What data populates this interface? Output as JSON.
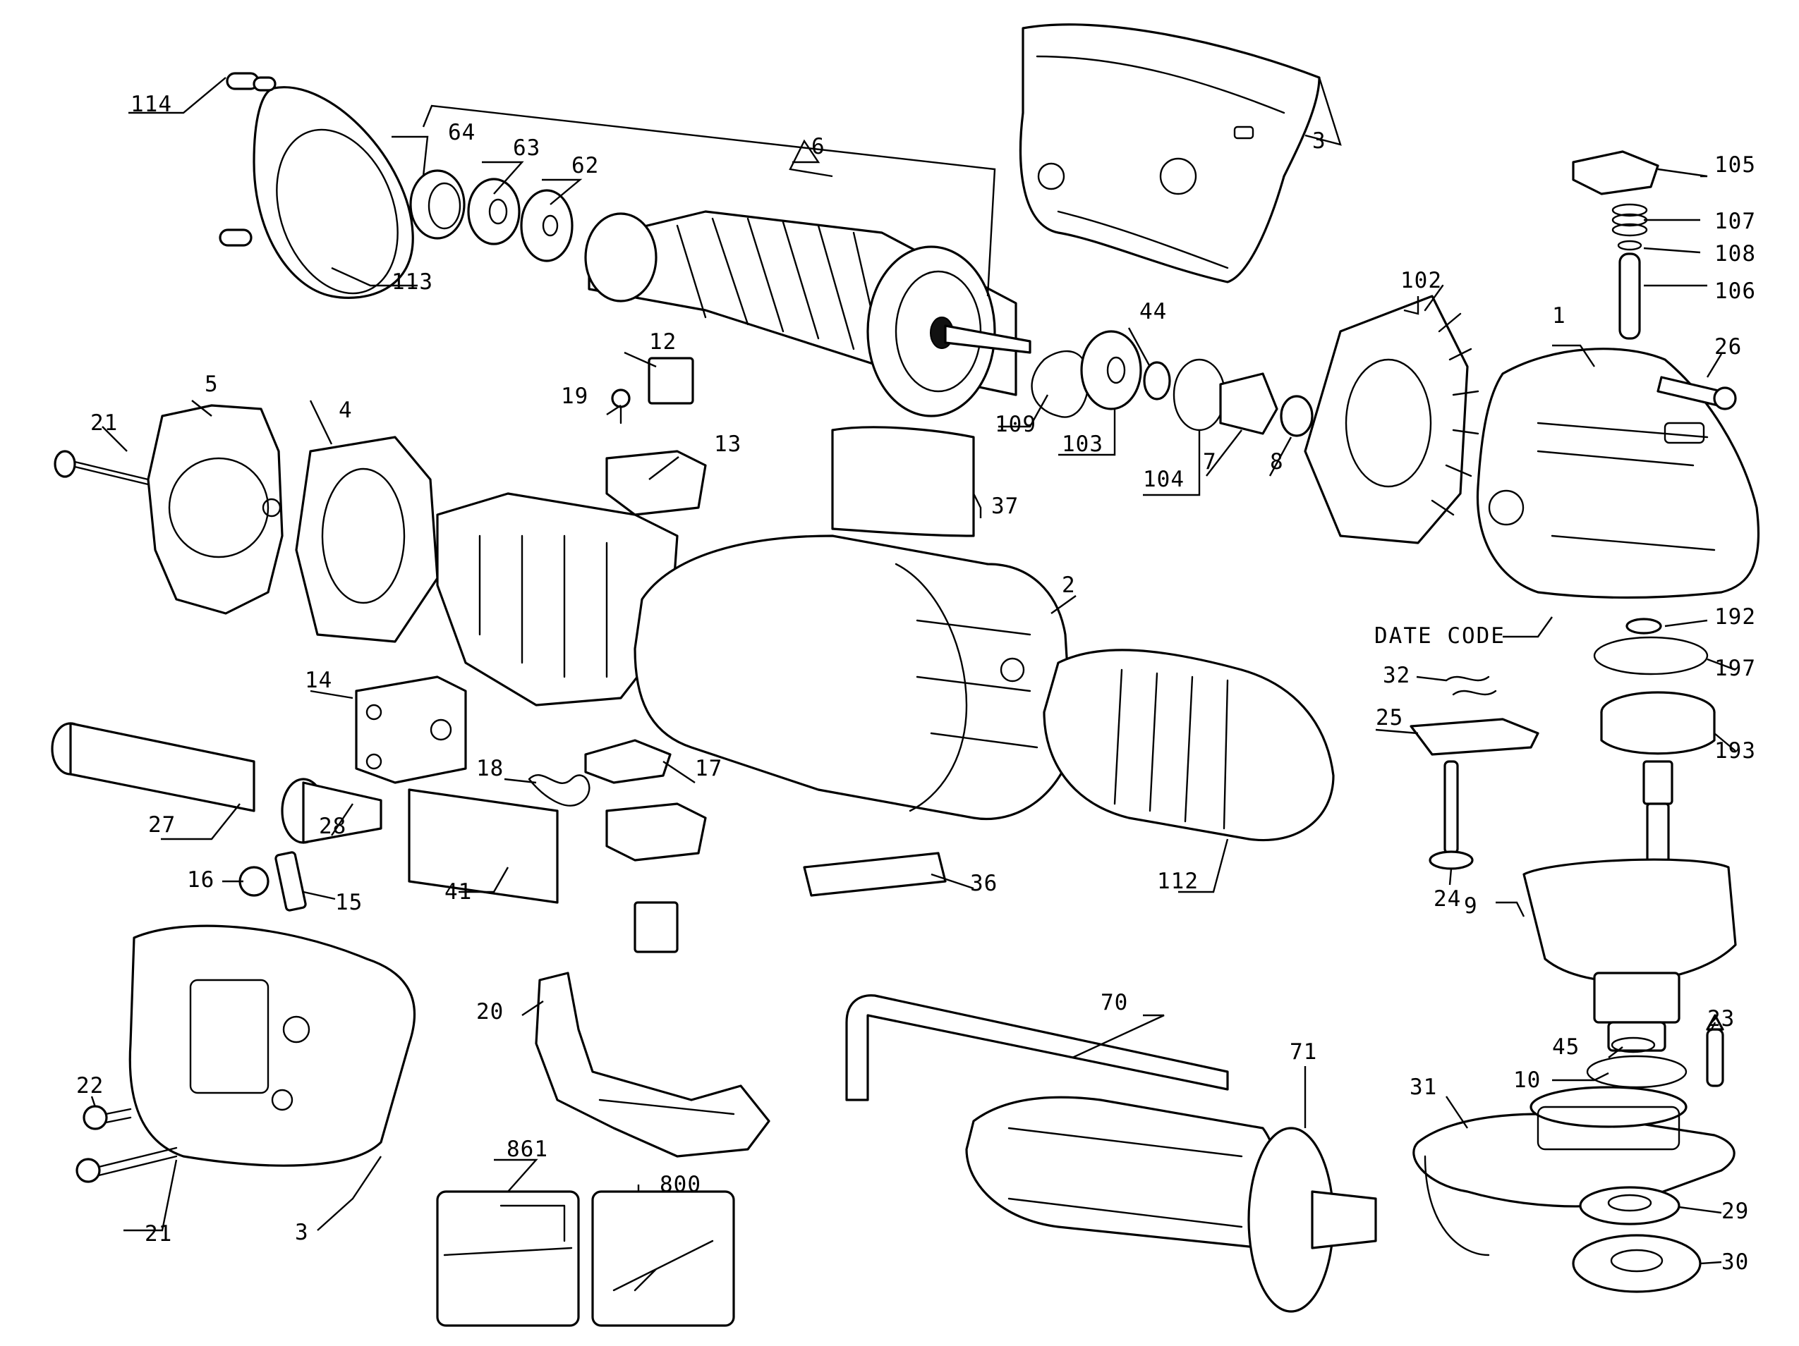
{
  "diagram": {
    "type": "exploded-parts-view",
    "annotation": "DATE CODE",
    "callouts": [
      "114",
      "64",
      "63",
      "62",
      "6",
      "3",
      "105",
      "107",
      "108",
      "106",
      "113",
      "102",
      "1",
      "26",
      "5",
      "4",
      "21",
      "12",
      "19",
      "13",
      "109",
      "103",
      "44",
      "104",
      "7",
      "8",
      "37",
      "2",
      "DATE CODE",
      "192",
      "197",
      "32",
      "25",
      "193",
      "14",
      "18",
      "17",
      "27",
      "28",
      "41",
      "16",
      "15",
      "36",
      "112",
      "24",
      "9",
      "20",
      "70",
      "23",
      "45",
      "10",
      "22",
      "71",
      "31",
      "29",
      "861",
      "800",
      "21",
      "3",
      "30"
    ]
  }
}
